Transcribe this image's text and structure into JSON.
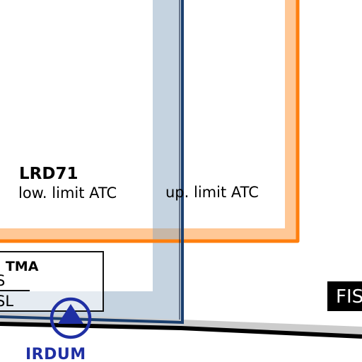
{
  "airspace": {
    "name": "LRD71",
    "lower_limit": "low. limit ATC",
    "upper_limit": "up. limit ATC"
  },
  "tma": {
    "title_fragment": ". TMA",
    "line1_fragment": "S",
    "line2_fragment": "SL"
  },
  "fis": {
    "label_fragment": "FIS"
  },
  "waypoint": {
    "name": "IRDUM",
    "icon": "triangle-in-circle-reporting-point-icon"
  },
  "colors": {
    "restricted_area_border": "#ff7f0e",
    "restricted_area_band": "#ffc896",
    "tma_boundary": "#1b3f6e",
    "tma_band": "#c5d3e0",
    "fir_boundary": "#000000",
    "fir_shadow": "#cccccc",
    "waypoint": "#1f2fa3"
  }
}
